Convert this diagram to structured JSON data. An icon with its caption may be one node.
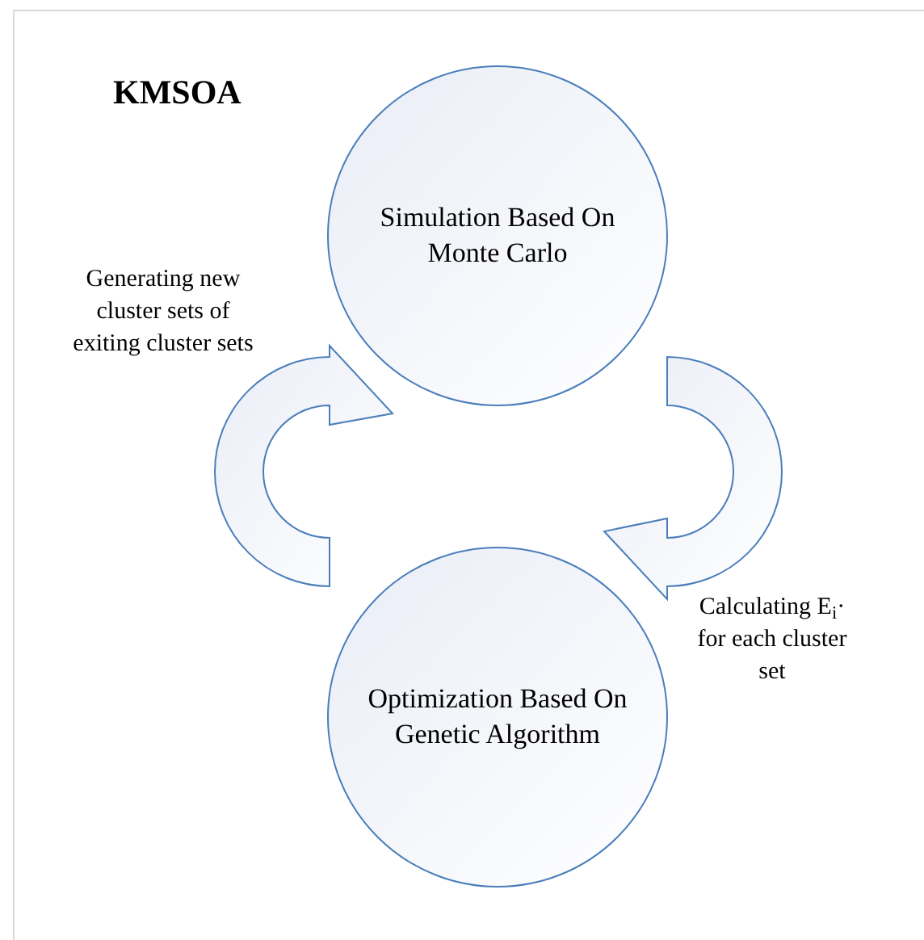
{
  "diagram": {
    "title": "KMSOA",
    "nodes": [
      {
        "text": [
          "Simulation Based On Monte Carlo"
        ]
      },
      {
        "text": [
          "Optimization Based On Genetic Algorithm"
        ]
      }
    ],
    "edges": [
      {
        "from": 0,
        "to": 1,
        "arrow": "to",
        "label": "Calculating E$_{i}$· for each cluster set"
      },
      {
        "from": 1,
        "to": 0,
        "arrow": "to",
        "label": "Generating new cluster sets of exiting cluster sets"
      }
    ]
  }
}
